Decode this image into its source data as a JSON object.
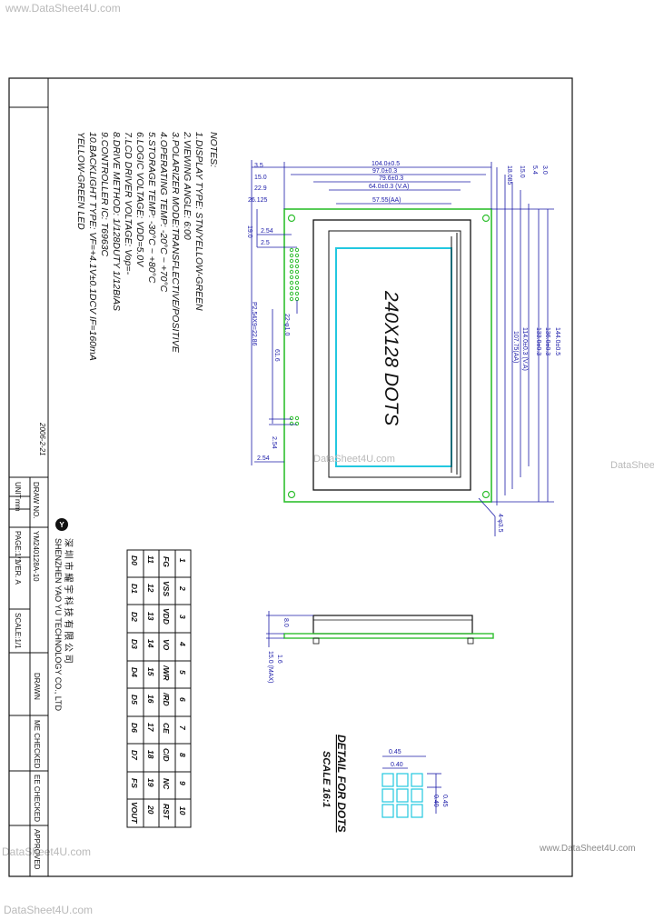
{
  "watermarks": {
    "top": "www.DataSheet4U.com",
    "right": "DataSheet",
    "bottom_left": "DataSheet4U.com",
    "bottom_right": "www.DataSheet4U.com",
    "bottom": "DataSheet4U.com",
    "center": "DataSheet4U.com"
  },
  "notes": {
    "heading": "NOTES:",
    "lines": [
      "1.DISPLAY TYPE:  STN/YELLOW-GREEN",
      "2.VIEWING ANGLE:          6:00",
      "3.POLARIZER MODE:TRANSFLECTIVE/POSITIVE",
      "4.OPERATING TEMP:   -20°C ~ +70°C",
      "5.STORAGE TEMP:       -30°C ~ +80°C",
      "6.LOGIC VOLTAGE: VDD=5.0V",
      "7.LCD DRIVER VOLTAGE: Vop=-",
      "8.DRIVE METHOD: 1/128DUTY 1/12BIAS",
      "9.CONTROLLER IC:  T6963C",
      "10.BACKLIGHT TYPE: VF=+4.1V±0.1DCV  IF=160mA",
      "                  YELLOW-GREEN LED"
    ],
    "date": "2006-2-21"
  },
  "display_label": "240X128 DOTS",
  "dimensions": {
    "width_total": "104.0±0.5",
    "width_pcb": "97.0±0.3",
    "width_bezel": "79.6±0.3",
    "width_va": "64.0±0.3 (V.A)",
    "width_aa": "57.55(AA)",
    "offset_3_5": "3.5",
    "offset_15_0": "15.0",
    "offset_22_9": "22.9",
    "offset_26_125": "26.125",
    "height_total": "144.0±0.5",
    "height_pcb": "136.0±0.3",
    "height_bezel": "133.0±0.3",
    "height_bezel2": "114.0±0.3 (V.A)",
    "height_aa": "107.75(AA)",
    "h_3_0": "3.0",
    "h_5_4": "5.4",
    "h_15_0": "15.0",
    "h_18_085": "18.085",
    "pin_254a": "2.54",
    "pin_25": "2.5",
    "pin_190": "19.0",
    "pitch": "P2.54X9=22.86",
    "pin_dia": "22-φ1.0",
    "pin_616": "61.6",
    "pin_254b": "2.54",
    "pin_254c": "2.54",
    "hole": "4-φ3.5",
    "side_8": "8.0",
    "side_1_6": "1.6",
    "side_15": "15.0 (MAX)"
  },
  "detail": {
    "title": "DETAIL FOR DOTS",
    "scale": "SCALE 16:1",
    "d045a": "0.45",
    "d040a": "0.40",
    "d045b": "0.45",
    "d040b": "0.40"
  },
  "pin_table": {
    "rows": [
      [
        "1",
        "2",
        "3",
        "4",
        "5",
        "6",
        "7",
        "8",
        "9",
        "10"
      ],
      [
        "FG",
        "VSS",
        "VDD",
        "VO",
        "/WR",
        "/RD",
        "CE",
        "C/D",
        "NC",
        "RST"
      ],
      [
        "11",
        "12",
        "13",
        "14",
        "15",
        "16",
        "17",
        "18",
        "19",
        "20"
      ],
      [
        "D0",
        "D1",
        "D2",
        "D3",
        "D4",
        "D5",
        "D6",
        "D7",
        "FS",
        "VOUT"
      ]
    ]
  },
  "title_block": {
    "company_cn": "深 圳 市 耀 宇 科 技 有 限 公 司",
    "company_en": "SHENZHEN YAO YU TECHNOLOGY CO., LTD",
    "draw_no_label": "DRAW NO.",
    "draw_no": "YM240128A-10",
    "unit_label": "UNIT",
    "unit": "mm",
    "page": "PAGE:1/1",
    "ver": "VER. A",
    "scale": "SCALE:1/1",
    "drawn": "DRAWN",
    "me_checked": "ME CHECKED",
    "ee_checked": "EE CHECKED",
    "approved": "APPROVED"
  },
  "colors": {
    "dim_blue": "#1a1aa8",
    "pcb_green": "#2fbf2f",
    "va_cyan": "#22c8e0",
    "line": "#111111"
  }
}
